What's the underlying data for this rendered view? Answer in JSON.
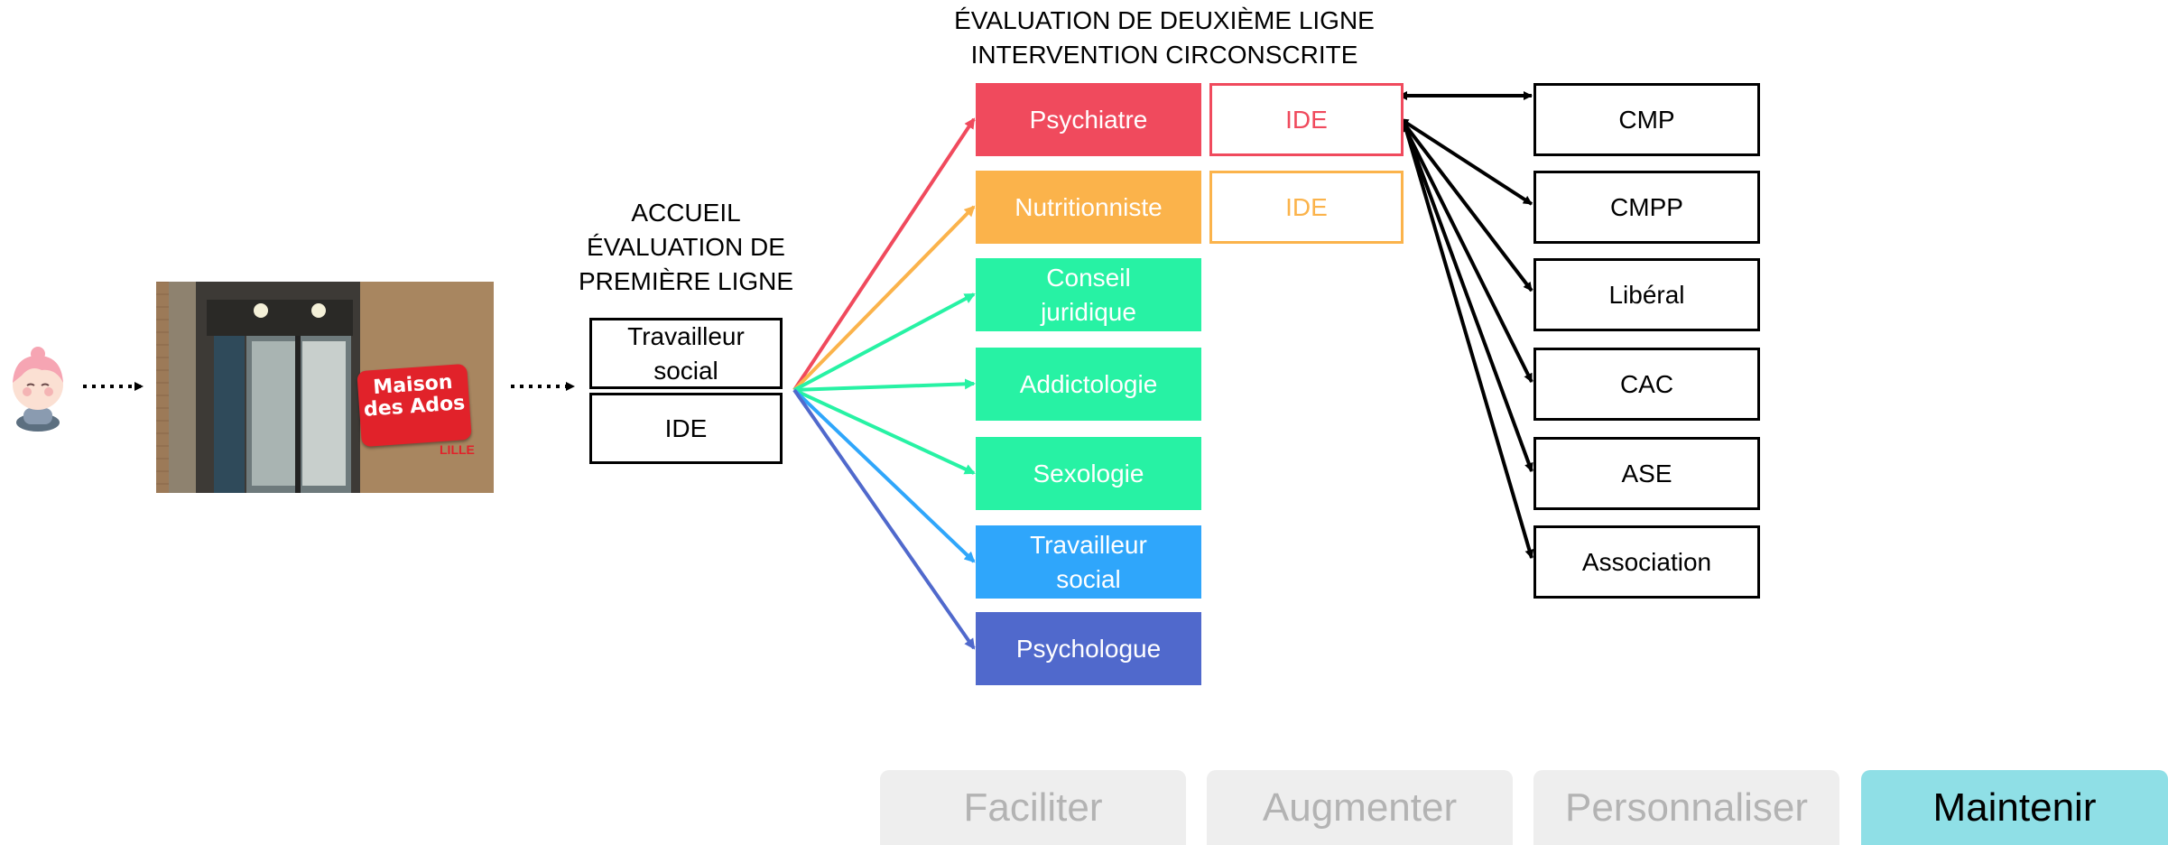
{
  "headings": {
    "first_line": "ACCUEIL\nÉVALUATION DE\nPREMIÈRE LIGNE",
    "second_line": "ÉVALUATION DE DEUXIÈME LIGNE\nINTERVENTION CIRCONSCRITE"
  },
  "entry_photo": {
    "sign_text": "Maison des Ados",
    "sign_city": "LILLE"
  },
  "first_line_roles": [
    {
      "label": "Travailleur\nsocial"
    },
    {
      "label": "IDE"
    }
  ],
  "specialists": [
    {
      "label": "Psychiatre",
      "color": "#f04a5d"
    },
    {
      "label": "Nutritionniste",
      "color": "#fbb34b"
    },
    {
      "label": "Conseil\njuridique",
      "color": "#27f2a4"
    },
    {
      "label": "Addictologie",
      "color": "#27f2a4"
    },
    {
      "label": "Sexologie",
      "color": "#27f2a4"
    },
    {
      "label": "Travailleur\nsocial",
      "color": "#2fa6fb"
    },
    {
      "label": "Psychologue",
      "color": "#5069cc"
    }
  ],
  "ide_boxes": [
    {
      "label": "IDE",
      "color": "#f04a5d"
    },
    {
      "label": "IDE",
      "color": "#fbb34b"
    }
  ],
  "partners": [
    {
      "label": "CMP"
    },
    {
      "label": "CMPP"
    },
    {
      "label": "Libéral"
    },
    {
      "label": "CAC"
    },
    {
      "label": "ASE"
    },
    {
      "label": "Association"
    }
  ],
  "tabs": [
    {
      "label": "Faciliter",
      "active": false
    },
    {
      "label": "Augmenter",
      "active": false
    },
    {
      "label": "Personnaliser",
      "active": false
    },
    {
      "label": "Maintenir",
      "active": true
    }
  ],
  "colors": {
    "tab_inactive_bg": "#eeeeee",
    "tab_inactive_text": "#b3b3b3",
    "tab_active_bg": "#8fdfe6",
    "tab_active_text": "#000000"
  }
}
